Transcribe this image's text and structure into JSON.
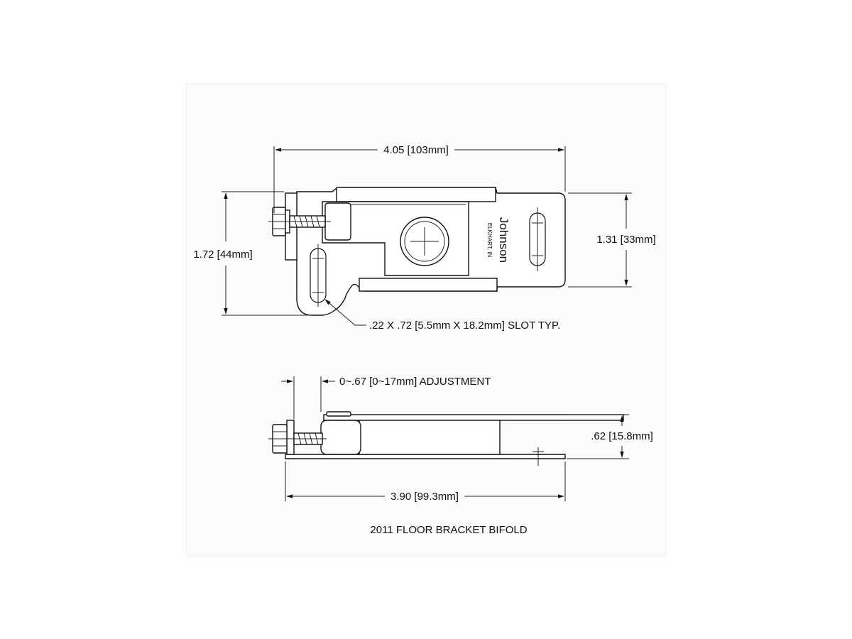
{
  "top_view": {
    "width_dim": "4.05 [103mm]",
    "height_dim": "1.72 [44mm]",
    "inner_height_dim": "1.31 [33mm]",
    "slot_note": ".22 X .72 [5.5mm X 18.2mm] SLOT TYP.",
    "logo_brand": "Johnson",
    "logo_city": "ELKHART, IN"
  },
  "side_view": {
    "adjustment_dim": "0~.67 [0~17mm] ADJUSTMENT",
    "height_dim": ".62 [15.8mm]",
    "width_dim": "3.90 [99.3mm]"
  },
  "caption": "2011 FLOOR BRACKET BIFOLD",
  "colors": {
    "line": "#111111",
    "background": "#ffffff",
    "frame": "#f7f7f7"
  }
}
